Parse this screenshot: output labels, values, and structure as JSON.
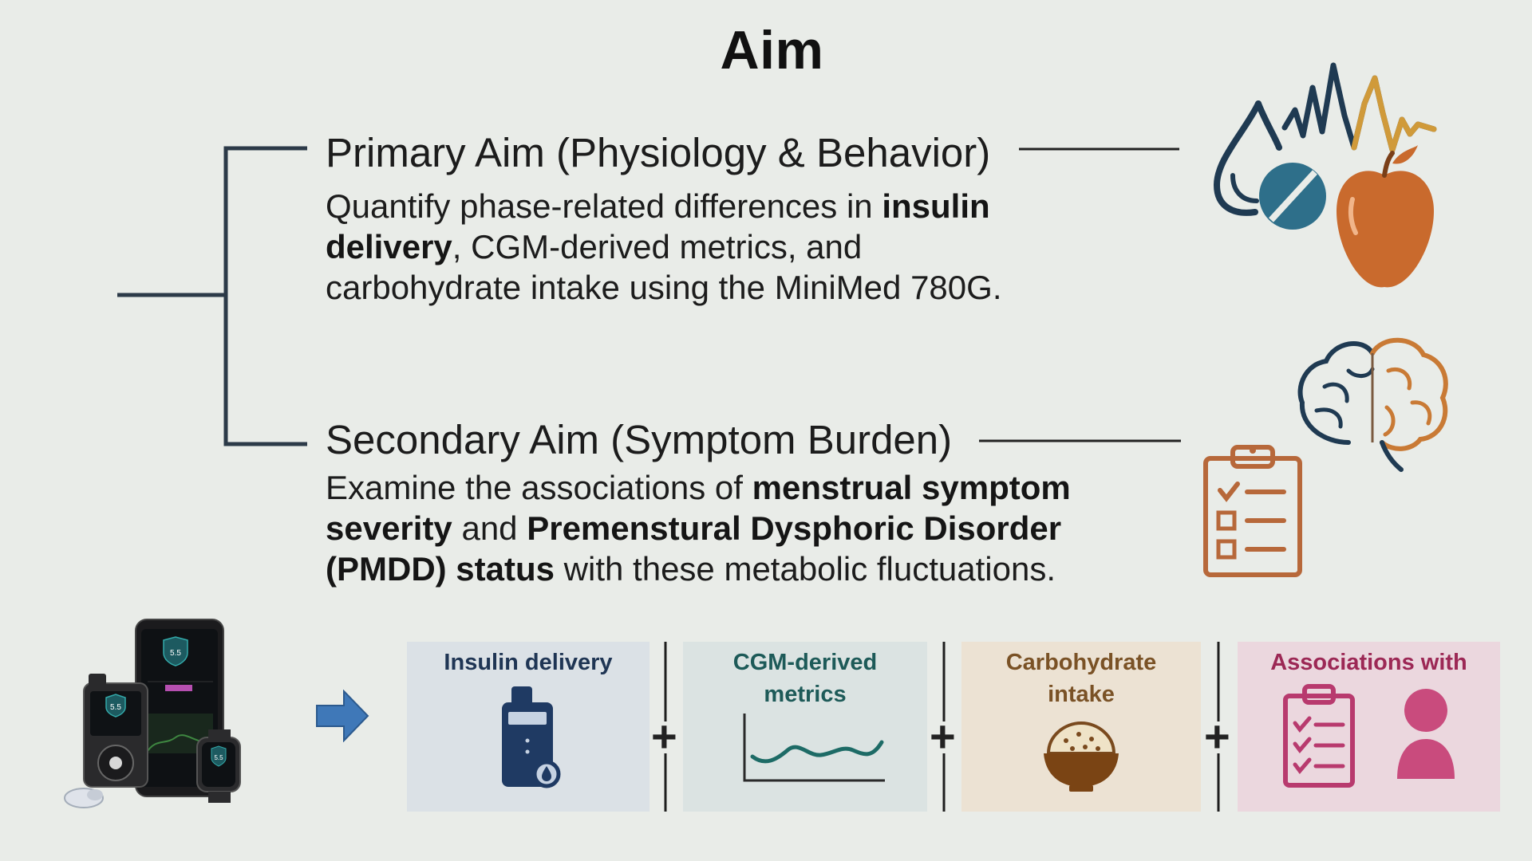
{
  "title": "Aim",
  "primary": {
    "heading": "Primary Aim (Physiology & Behavior)",
    "body": {
      "t1": "Quantify phase-related differences in ",
      "b1": "insulin delivery",
      "t2": ", CGM-derived metrics, and carbohydrate intake using the MiniMed 780G."
    }
  },
  "secondary": {
    "heading": "Secondary Aim (Symptom Burden)",
    "body": {
      "t1": "Examine the associations of ",
      "b1": "menstrual symptom severity",
      "t2": " and ",
      "b2": "Premenstural Dysphoric Disorder (PMDD) status",
      "t3": " with these metabolic fluctuations."
    }
  },
  "panels": [
    {
      "label": "Insulin delivery",
      "icon": "insulin-pump-icon",
      "color": "#1f3554"
    },
    {
      "label": "CGM-derived metrics",
      "icon": "glucose-trend-icon",
      "color": "#1d5a58"
    },
    {
      "label": "Carbohydrate intake",
      "icon": "rice-bowl-icon",
      "color": "#7a5226"
    },
    {
      "label": "Associations with",
      "icons": [
        "checklist-icon",
        "person-icon"
      ],
      "color": "#9c2855"
    }
  ],
  "device_screens": [
    "5.5",
    "5.5",
    "5.5"
  ],
  "plus_sign": "+",
  "icons": {
    "top_right": [
      "drop-icon",
      "pill-icon",
      "signal-wave-icon",
      "apple-icon"
    ],
    "mid_right": [
      "brain-icon",
      "clipboard-icon"
    ]
  },
  "colors": {
    "navy": "#1f4f68",
    "teal": "#2f6f86",
    "orange": "#c96a2d",
    "brown": "#a5613a"
  }
}
